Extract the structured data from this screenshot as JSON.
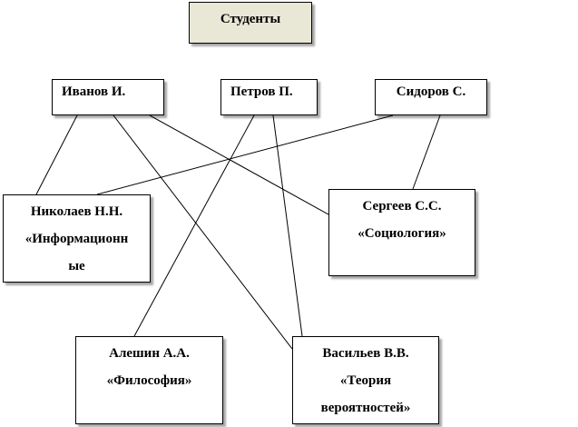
{
  "title": "Студенты",
  "students": {
    "ivanov": "Иванов И.",
    "petrov": "Петров П.",
    "sidorov": "Сидоров С."
  },
  "teachers": {
    "nikolaev": [
      "Николаев Н.Н.",
      "«Информационн",
      "ые"
    ],
    "sergeev": [
      "Сергеев С.С.",
      "«Социология»"
    ],
    "aleshin": [
      "Алешин А.А.",
      "«Философия»"
    ],
    "vasiliev": [
      "Васильев В.В.",
      "«Теория",
      "вероятностей»"
    ]
  },
  "links": [
    [
      "ivanov",
      "nikolaev"
    ],
    [
      "ivanov",
      "sergeev"
    ],
    [
      "ivanov",
      "vasiliev"
    ],
    [
      "petrov",
      "aleshin"
    ],
    [
      "petrov",
      "vasiliev"
    ],
    [
      "sidorov",
      "nikolaev"
    ],
    [
      "sidorov",
      "sergeev"
    ]
  ],
  "colors": {
    "title_fill": "#e9e7d6",
    "line": "#000000"
  }
}
